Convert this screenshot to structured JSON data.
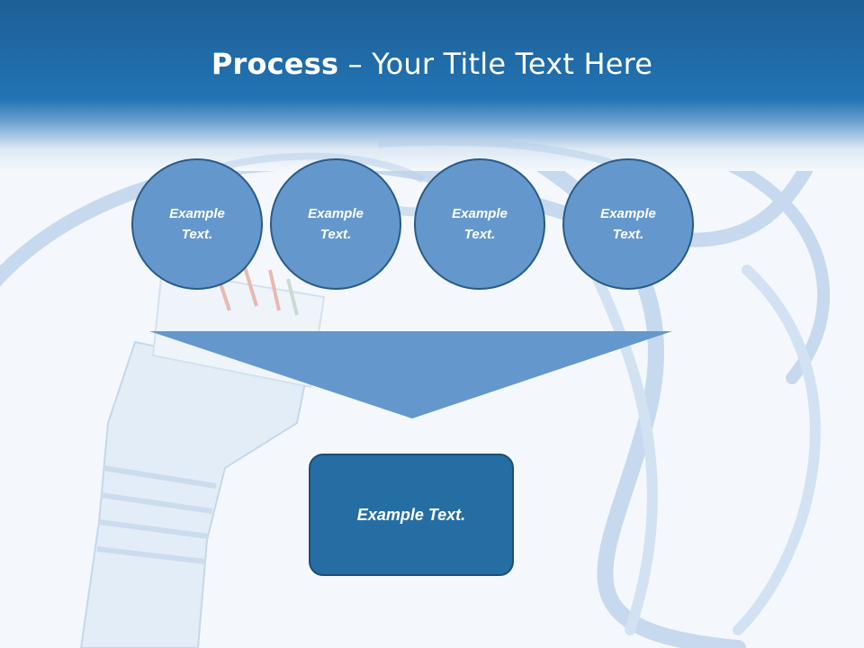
{
  "slide": {
    "title_bold": "Process",
    "title_rest": " – Your Title Text Here"
  },
  "steps": [
    {
      "line1": "Example",
      "line2": "Text."
    },
    {
      "line1": "Example",
      "line2": "Text."
    },
    {
      "line1": "Example",
      "line2": "Text."
    },
    {
      "line1": "Example",
      "line2": "Text."
    }
  ],
  "result": {
    "label": "Example Text."
  },
  "colors": {
    "header": "#2273b3",
    "circle_fill": "#6498cc",
    "circle_border": "#2a5a87",
    "funnel": "#6498cc",
    "result_fill": "#256ea3"
  },
  "icons": {
    "background": "network-cable-connector-image"
  }
}
